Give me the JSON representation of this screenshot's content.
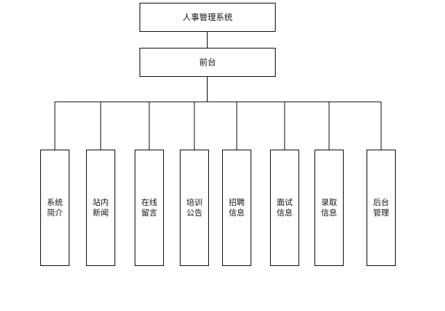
{
  "diagram": {
    "root": {
      "label": "人事管理系统"
    },
    "frontend": {
      "label": "前台"
    },
    "modules": [
      {
        "line1": "系统",
        "line2": "简介"
      },
      {
        "line1": "站内",
        "line2": "新闻"
      },
      {
        "line1": "在线",
        "line2": "留言"
      },
      {
        "line1": "培训",
        "line2": "公告"
      },
      {
        "line1": "招聘",
        "line2": "信息"
      },
      {
        "line1": "面试",
        "line2": "信息"
      },
      {
        "line1": "录取",
        "line2": "信息"
      },
      {
        "line1": "后台",
        "line2": "管理"
      }
    ]
  }
}
